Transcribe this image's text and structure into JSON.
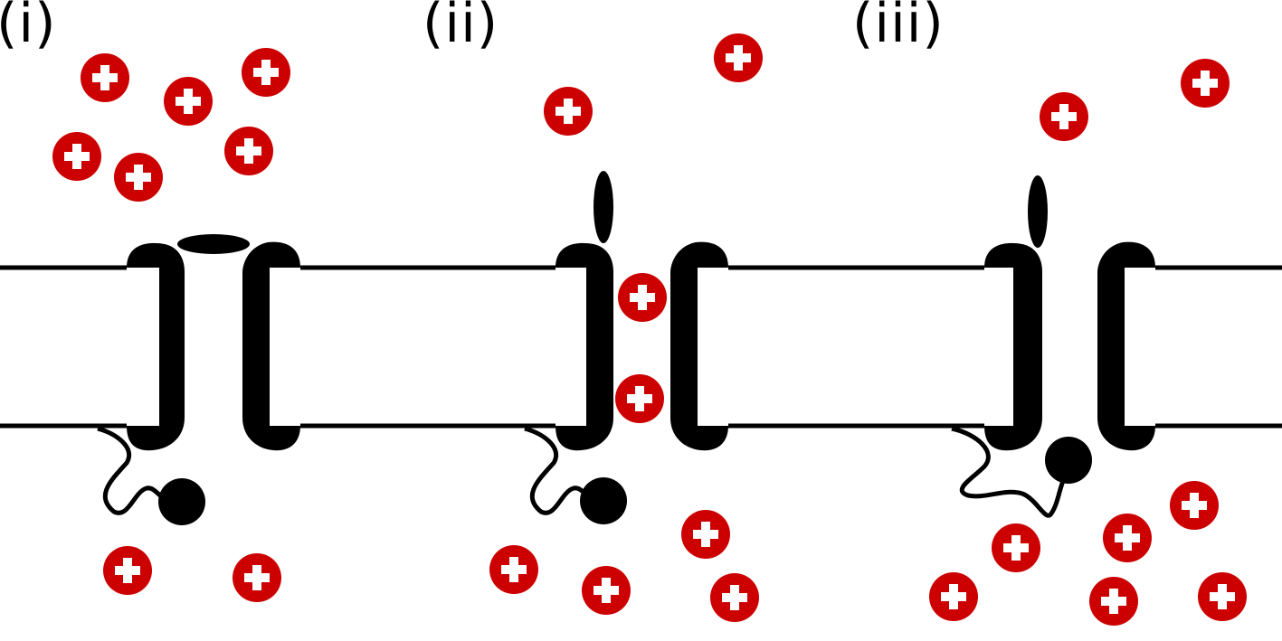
{
  "panels": [
    {
      "label": "(i)",
      "channel_state": "closed",
      "ball_and_chain": "free"
    },
    {
      "label": "(ii)",
      "channel_state": "open",
      "ball_and_chain": "free"
    },
    {
      "label": "(iii)",
      "channel_state": "inactivated",
      "ball_and_chain": "blocking"
    }
  ],
  "colors": {
    "ion": "#cc0000",
    "ion_symbol": "#ffffff",
    "membrane": "#000000",
    "background": "#ffffff"
  },
  "ion_symbol": "+",
  "icons": [
    "cation-icon",
    "channel-subunit",
    "activation-gate",
    "inactivation-ball-icon"
  ]
}
